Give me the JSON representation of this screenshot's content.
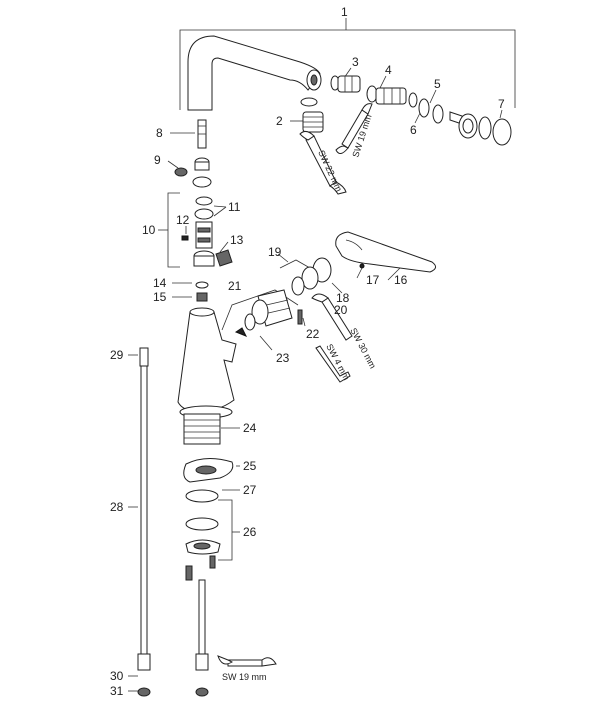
{
  "labels": {
    "p1": "1",
    "p2": "2",
    "p3": "3",
    "p4": "4",
    "p5": "5",
    "p6": "6",
    "p7": "7",
    "p8": "8",
    "p9": "9",
    "p10": "10",
    "p11": "11",
    "p12": "12",
    "p13": "13",
    "p14": "14",
    "p15": "15",
    "p16": "16",
    "p17": "17",
    "p18": "18",
    "p19": "19",
    "p20": "20",
    "p21": "21",
    "p22": "22",
    "p23": "23",
    "p24": "24",
    "p25": "25",
    "p26": "26",
    "p27": "27",
    "p28": "28",
    "p29": "29",
    "p30": "30",
    "p31": "31"
  },
  "tools": {
    "sw19_top": "SW 19 mm",
    "sw22": "SW 22 mm",
    "sw30": "SW 30 mm",
    "sw4": "SW 4 mm",
    "sw19_bottom": "SW 19 mm"
  }
}
